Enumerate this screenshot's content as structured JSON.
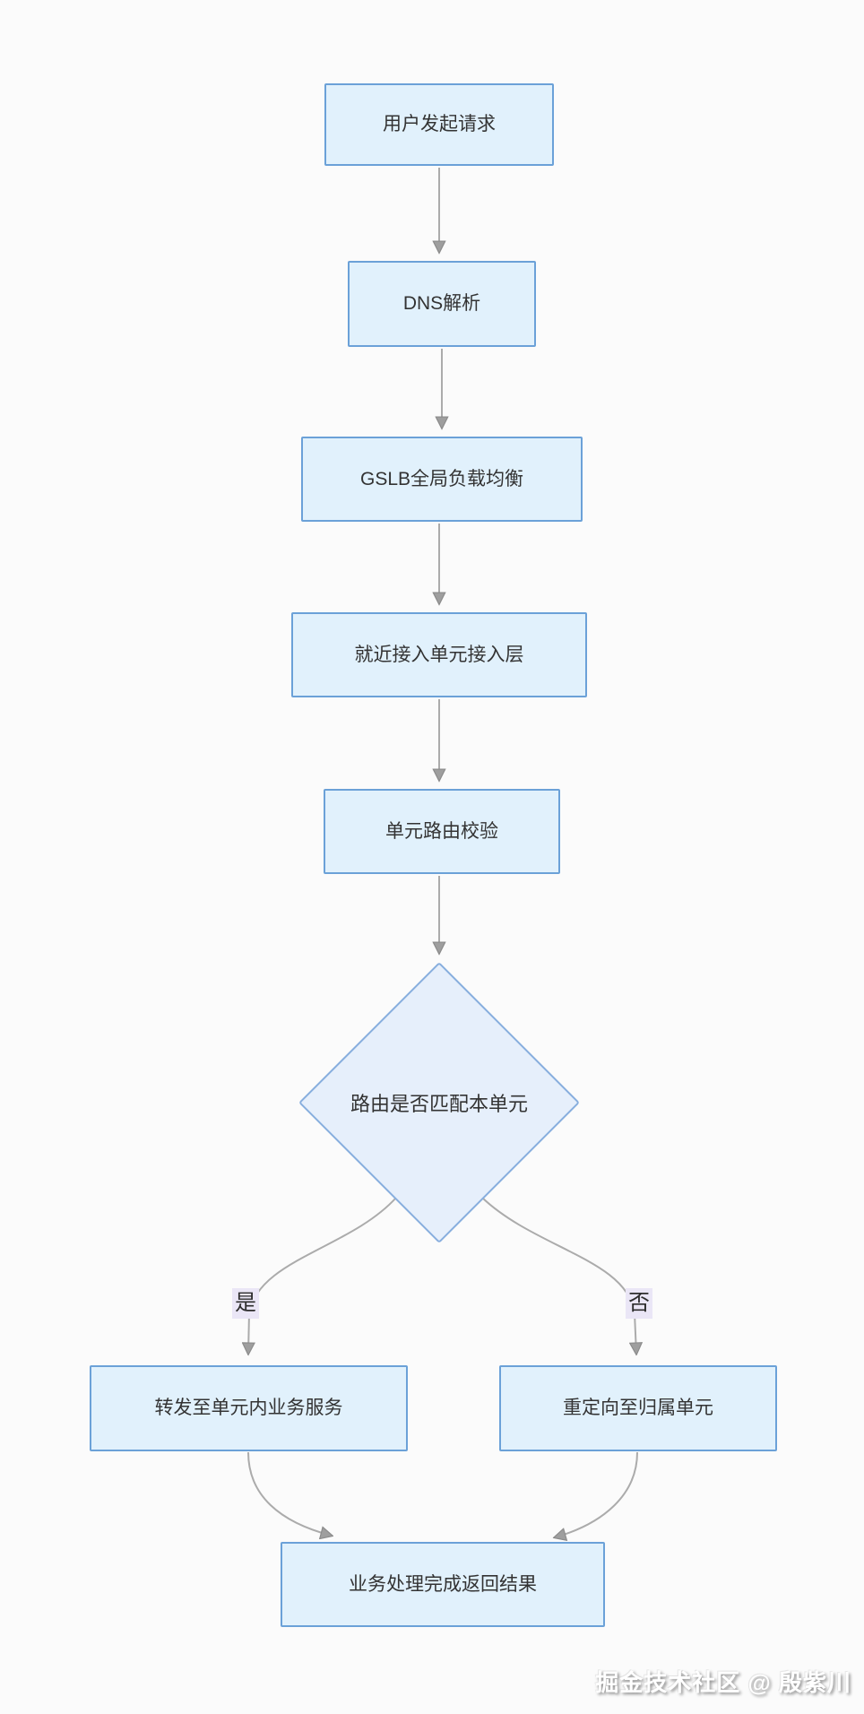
{
  "page": {
    "background": "#fbfbfb",
    "watermark": "掘金技术社区 @ 殷紫川"
  },
  "flowchart": {
    "type": "flowchart",
    "direction": "top-down",
    "nodes": [
      {
        "id": "start",
        "type": "process",
        "label": "用户发起请求"
      },
      {
        "id": "dns",
        "type": "process",
        "label": "DNS解析"
      },
      {
        "id": "gslb",
        "type": "process",
        "label": "GSLB全局负载均衡"
      },
      {
        "id": "access",
        "type": "process",
        "label": "就近接入单元接入层"
      },
      {
        "id": "route-check",
        "type": "process",
        "label": "单元路由校验"
      },
      {
        "id": "decision",
        "type": "decision",
        "label": "路由是否匹配本单元"
      },
      {
        "id": "forward",
        "type": "process",
        "label": "转发至单元内业务服务"
      },
      {
        "id": "redirect",
        "type": "process",
        "label": "重定向至归属单元"
      },
      {
        "id": "result",
        "type": "process",
        "label": "业务处理完成返回结果"
      }
    ],
    "edges": [
      {
        "from": "start",
        "to": "dns"
      },
      {
        "from": "dns",
        "to": "gslb"
      },
      {
        "from": "gslb",
        "to": "access"
      },
      {
        "from": "access",
        "to": "route-check"
      },
      {
        "from": "route-check",
        "to": "decision"
      },
      {
        "from": "decision",
        "to": "forward",
        "label": "是"
      },
      {
        "from": "decision",
        "to": "redirect",
        "label": "否"
      },
      {
        "from": "forward",
        "to": "result"
      },
      {
        "from": "redirect",
        "to": "result"
      }
    ],
    "branch_labels": {
      "yes": "是",
      "no": "否"
    },
    "colors": {
      "node_fill": "#e1f1fc",
      "node_border": "#6ba1d8",
      "diamond_fill": "#e6effb",
      "diamond_border": "#87aede",
      "edge": "#ababab",
      "arrowhead": "#9e9e9e",
      "branch_label_bg": "#eae6f6",
      "text": "#333333"
    }
  }
}
